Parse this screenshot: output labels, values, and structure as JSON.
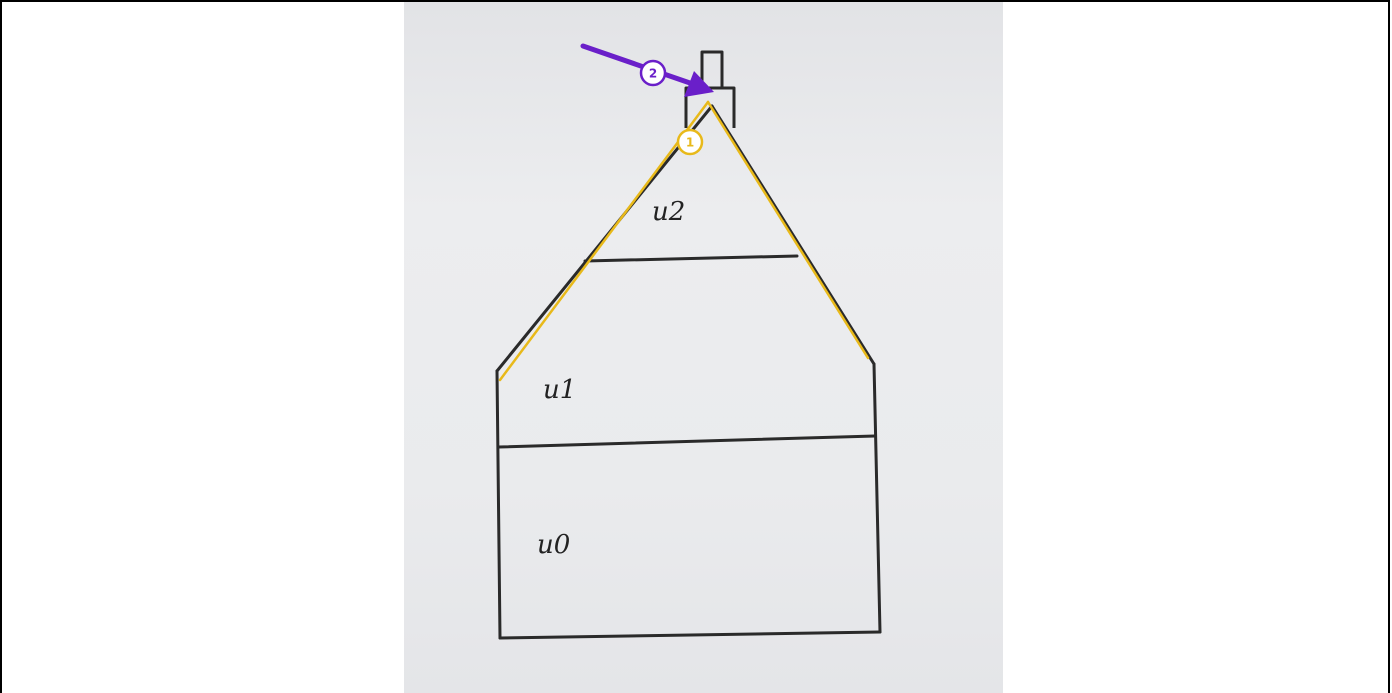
{
  "drawing": {
    "section_labels": {
      "top": "u2",
      "middle": "u1",
      "bottom": "u0"
    }
  },
  "annotations": [
    {
      "number": "1",
      "color": "#e8b91a",
      "kind": "roof-outline-marker"
    },
    {
      "number": "2",
      "color": "#6a1fc9",
      "kind": "arrow-marker"
    }
  ],
  "colors": {
    "photo_paper": "#e9eaec",
    "ink": "#2a2a2a",
    "highlight_line": "#e8b91a",
    "arrow": "#6a1fc9"
  }
}
